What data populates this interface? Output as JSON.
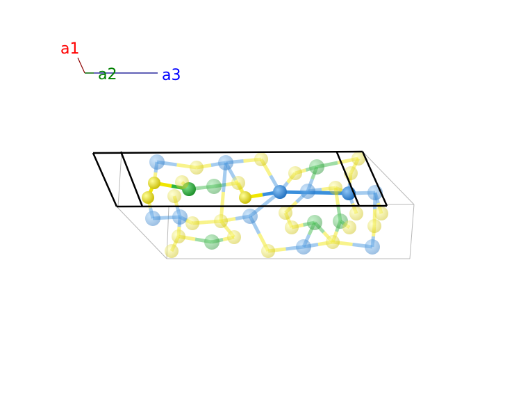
{
  "axes": {
    "a1": {
      "label": "a1",
      "color": "#ff0000",
      "line_color": "#8b0000"
    },
    "a2": {
      "label": "a2",
      "color": "#008000",
      "line_color": "#006400"
    },
    "a3": {
      "label": "a3",
      "color": "#0000ff",
      "line_color": "#00008b"
    }
  },
  "elements": {
    "blue": "#3a8fdc",
    "green": "#2fb63c",
    "yellow": "#f0e600"
  },
  "cell_color": "#000000",
  "cell_ghost_color": "#b8b8b8"
}
